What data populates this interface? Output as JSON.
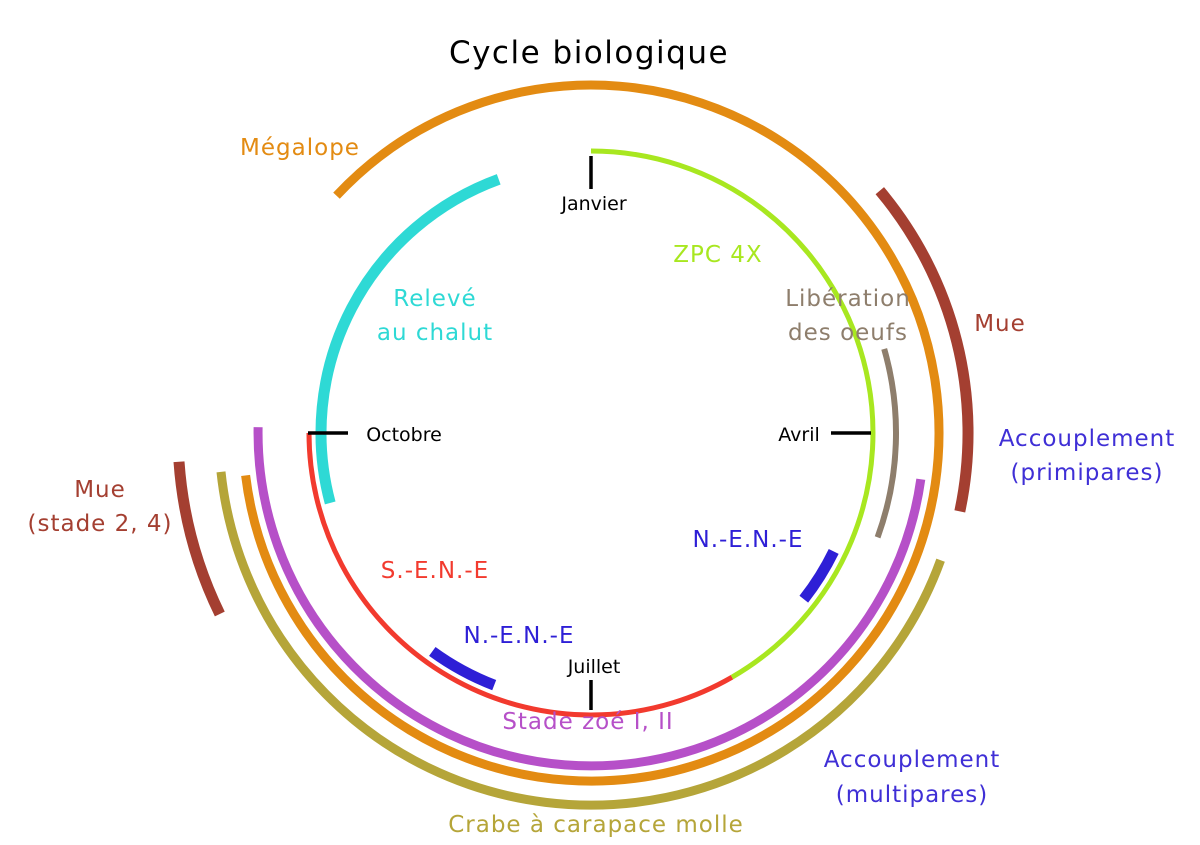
{
  "title": "Cycle biologique",
  "months": {
    "janvier": "Janvier",
    "avril": "Avril",
    "juillet": "Juillet",
    "octobre": "Octobre"
  },
  "phases": {
    "megalope": {
      "label": "Mégalope",
      "color": "#E38B12"
    },
    "releve": {
      "label_line1": "Relevé",
      "label_line2": "au chalut",
      "color": "#2ED9D5"
    },
    "zpc": {
      "label": "ZPC 4X",
      "color": "#A8E720"
    },
    "senе": {
      "label": "S.-E.N.-E",
      "color": "#F23A2E"
    },
    "nene": {
      "label_right": "N.-E.N.-E",
      "label_bottom": "N.-E.N.-E",
      "color": "#2E1FD6"
    },
    "liberation": {
      "label_line1": "Libération",
      "label_line2": "des oeufs",
      "color": "#8E7E6C"
    },
    "mue": {
      "label": "Mue",
      "color": "#A43F31"
    },
    "mue_stade": {
      "label_line1": "Mue",
      "label_line2": "(stade 2, 4)",
      "color": "#A43F31"
    },
    "accouplement_primipares": {
      "label_line1": "Accouplement",
      "label_line2": "(primipares)",
      "color": "#3F2FD6"
    },
    "zoe": {
      "label": "Stade zoé I, II",
      "color": "#B650C8"
    },
    "accouplement_multipares": {
      "label_line1": "Accouplement",
      "label_line2": "(multipares)",
      "color": "#3F2FD6"
    },
    "crabe": {
      "label": "Crabe à carapace molle",
      "color": "#B5A539"
    }
  }
}
